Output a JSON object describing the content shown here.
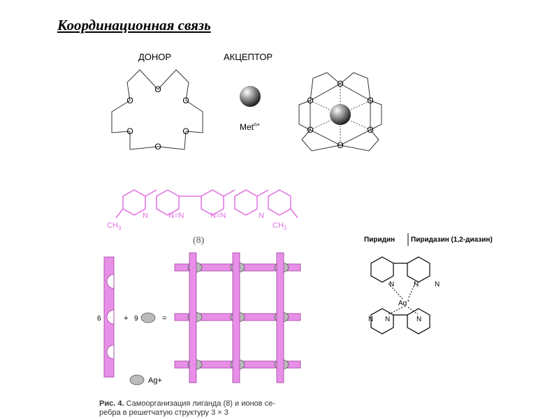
{
  "title": "Координационная связь",
  "crown": {
    "donor_label": "ДОНОР",
    "acceptor_label": "АКЦЕПТОР",
    "oxygen": "O",
    "metal_label": "Met",
    "metal_charge": "n+",
    "ring_oxygens": 6
  },
  "ligand": {
    "n_atom": "N",
    "nn_bond": "N=N",
    "methyl": "CH3",
    "methyl_base": "CH",
    "methyl_sub": "3",
    "number": "(8)",
    "color": "#e070e0"
  },
  "complex": {
    "pyridine_label": "Пиридин",
    "pyridazine_label": "Пиридазин (1,2-диазин)",
    "ion_label": "Ag+",
    "ion_base": "Ag",
    "ion_charge": "+"
  },
  "lattice": {
    "count_ligand": "6",
    "plus": "+",
    "count_ion": "9",
    "equals": "=",
    "legend_ion": "Ag+",
    "grid": "3 × 3",
    "rod_color": "#e890e8",
    "ion_color": "#bbbbbb"
  },
  "caption": {
    "fig_label": "Рис. 4.",
    "line1": "Самоорганизация лиганда (8) и ионов се-",
    "line2": "ребра в решетчатую структуру 3 × 3"
  }
}
